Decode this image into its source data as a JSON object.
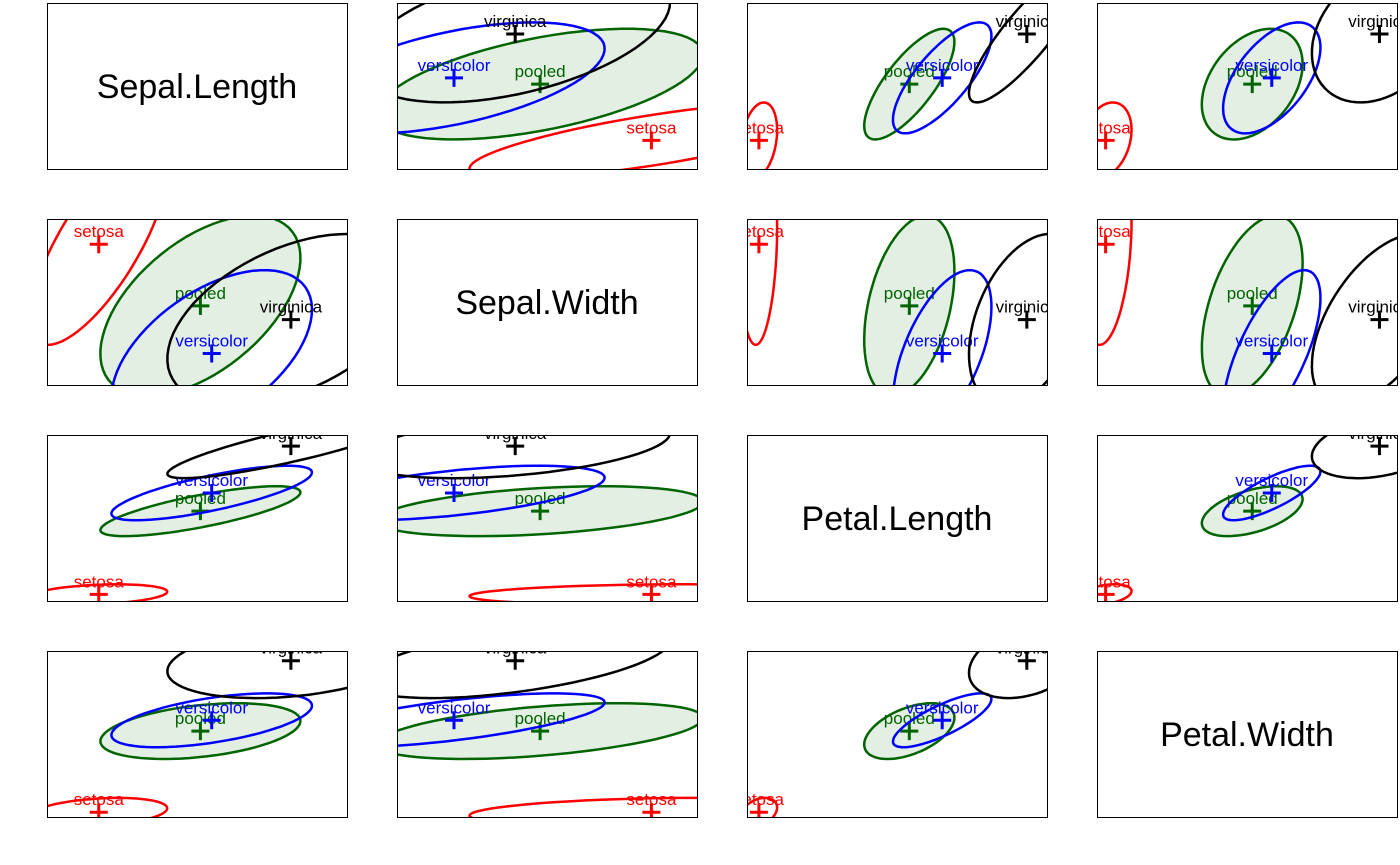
{
  "chart_data": {
    "type": "scatter",
    "subtype": "covariance-ellipse-matrix",
    "variables": [
      "Sepal.Length",
      "Sepal.Width",
      "Petal.Length",
      "Petal.Width"
    ],
    "groups": [
      {
        "name": "setosa",
        "color": "#ff0000",
        "mean": [
          5.006,
          3.428,
          1.462,
          0.246
        ],
        "cov": [
          [
            0.1242,
            0.0992,
            0.0164,
            0.0103
          ],
          [
            0.0992,
            0.1437,
            0.0117,
            0.0093
          ],
          [
            0.0164,
            0.0117,
            0.0302,
            0.0061
          ],
          [
            0.0103,
            0.0093,
            0.0061,
            0.0111
          ]
        ]
      },
      {
        "name": "versicolor",
        "color": "#0000ff",
        "mean": [
          5.936,
          2.77,
          4.26,
          1.326
        ],
        "cov": [
          [
            0.2664,
            0.0852,
            0.1829,
            0.0558
          ],
          [
            0.0852,
            0.0985,
            0.0827,
            0.0412
          ],
          [
            0.1829,
            0.0827,
            0.2208,
            0.0731
          ],
          [
            0.0558,
            0.0412,
            0.0731,
            0.0391
          ]
        ]
      },
      {
        "name": "virginica",
        "color": "#000000",
        "mean": [
          6.588,
          2.974,
          5.552,
          2.026
        ],
        "cov": [
          [
            0.4043,
            0.0938,
            0.3033,
            0.0491
          ],
          [
            0.0938,
            0.104,
            0.0714,
            0.0476
          ],
          [
            0.3033,
            0.0714,
            0.3046,
            0.0488
          ],
          [
            0.0491,
            0.0476,
            0.0488,
            0.0754
          ]
        ]
      },
      {
        "name": "pooled",
        "color": "#006400",
        "fill": "#e4efe4",
        "mean": [
          5.843,
          3.057,
          3.758,
          1.199
        ],
        "cov": [
          [
            0.265,
            0.0927,
            0.1675,
            0.0384
          ],
          [
            0.0927,
            0.1154,
            0.0552,
            0.0327
          ],
          [
            0.1675,
            0.0552,
            0.1852,
            0.0427
          ],
          [
            0.0384,
            0.0327,
            0.0427,
            0.0419
          ]
        ]
      }
    ],
    "axis_ranges": [
      [
        4.58,
        7.05
      ],
      [
        2.58,
        3.58
      ],
      [
        1.28,
        5.86
      ],
      [
        0.19,
        2.14
      ]
    ],
    "ellipse_scale": 1.6,
    "grid": false,
    "legend": "none"
  }
}
